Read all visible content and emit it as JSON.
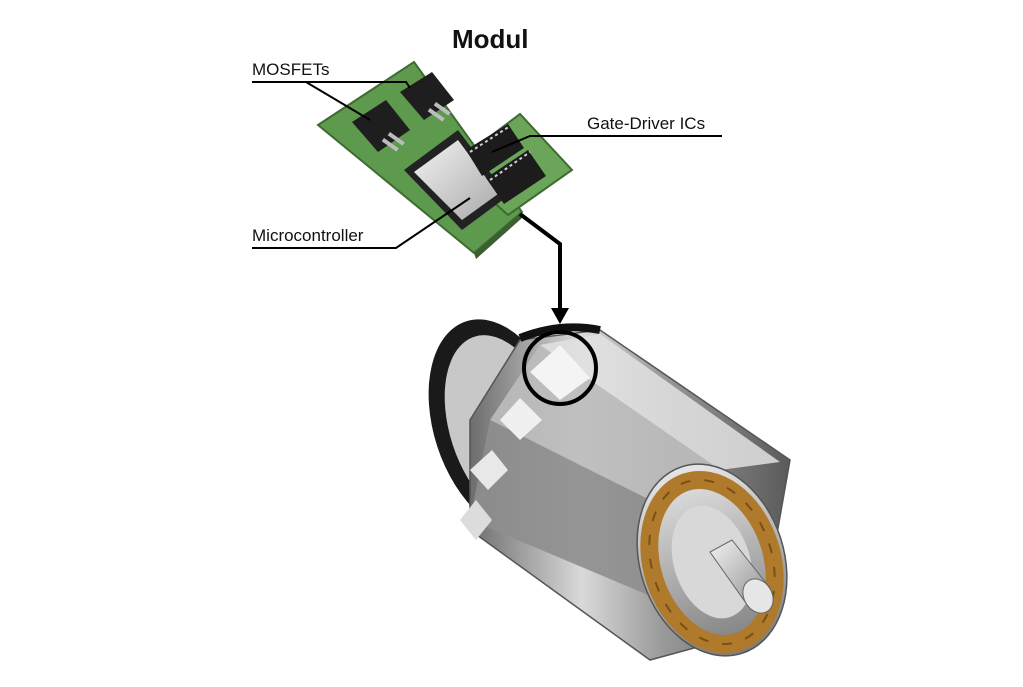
{
  "diagram": {
    "title": "Modul",
    "labels": {
      "mosfets": "MOSFETs",
      "gate_driver": "Gate-Driver ICs",
      "microcontroller": "Microcontroller"
    }
  },
  "colors": {
    "pcb": "#5e9a4d",
    "chip": "#1e1e1e",
    "copper": "#b07a2c",
    "steel": "#a8a8a8",
    "line": "#000000"
  }
}
